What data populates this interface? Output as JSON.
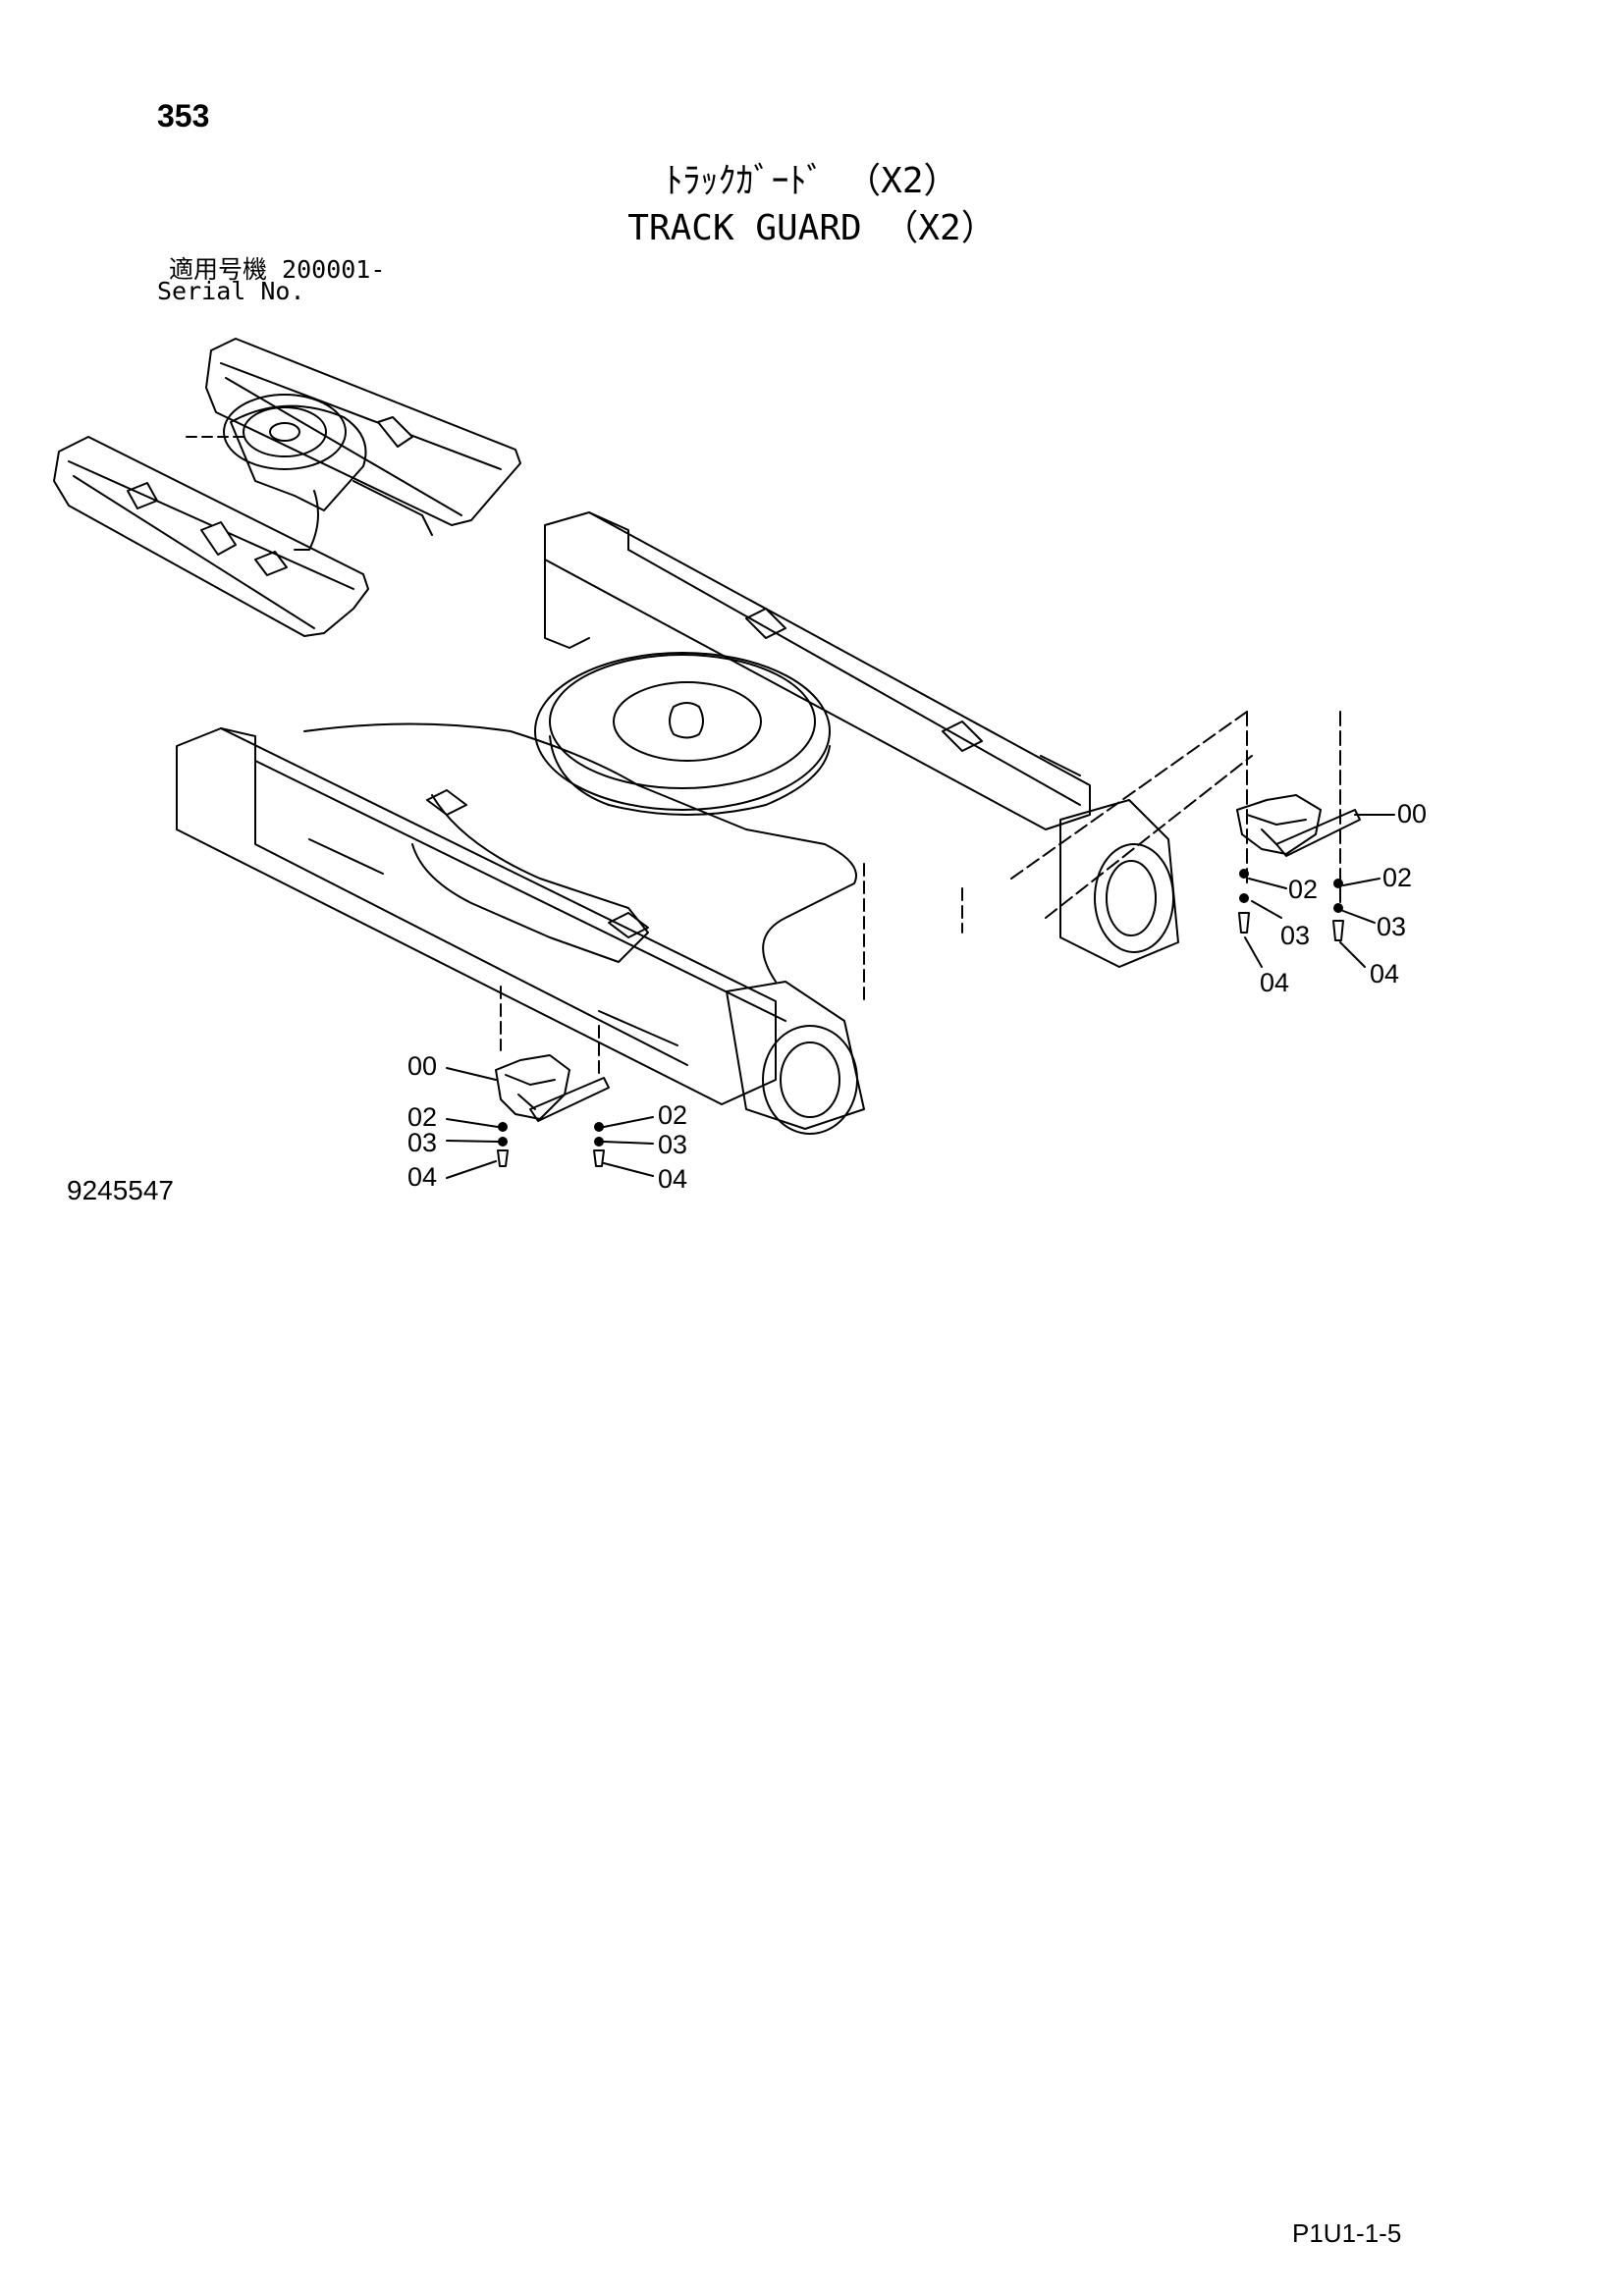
{
  "header": {
    "page_number": "353",
    "title_jp": "ﾄﾗｯｸｶﾞｰﾄﾞ （X2）",
    "title_en": "TRACK GUARD （X2）",
    "serial_label_jp": "適用号機  200001-",
    "serial_label_en": "Serial No."
  },
  "figure": {
    "number": "9245547",
    "callouts_right": {
      "c00": "00",
      "c02a": "02",
      "c02b": "02",
      "c03a": "03",
      "c03b": "03",
      "c04a": "04",
      "c04b": "04"
    },
    "callouts_left": {
      "c00": "00",
      "c02a": "02",
      "c02b": "02",
      "c03a": "03",
      "c03b": "03",
      "c04a": "04",
      "c04b": "04"
    }
  },
  "footer": {
    "doc_code": "P1U1-1-5"
  }
}
